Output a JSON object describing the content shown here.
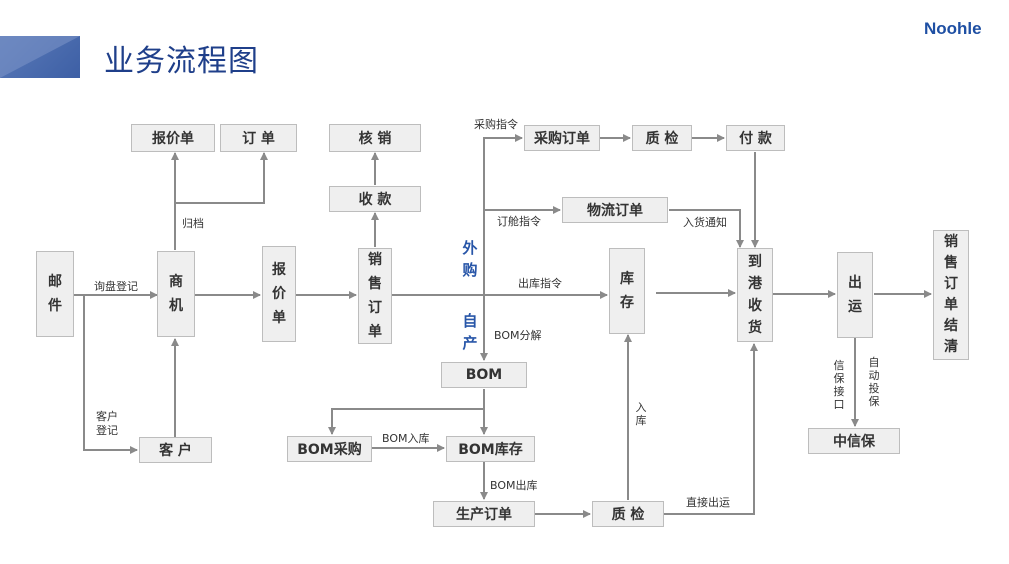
{
  "header": {
    "title": "业务流程图",
    "brand": "Noohle"
  },
  "boxes": {
    "mail": "邮件",
    "opportunity": "商机",
    "quotation": "报价单",
    "order": "订 单",
    "quote_vertical": "报价单",
    "sales_order": "销售订单",
    "collection": "收 款",
    "write_off": "核 销",
    "purchase_order": "采购订单",
    "quality_check_top": "质 检",
    "payment": "付 款",
    "logistics_order": "物流订单",
    "inventory": "库存",
    "arrival_receipt": "到港收货",
    "shipping": "出运",
    "sales_order_settlement": "销售订单结清",
    "bom": "BOM",
    "bom_purchase": "BOM采购",
    "bom_inventory": "BOM库存",
    "production_order": "生产订单",
    "quality_check_bottom": "质 检",
    "customer": "客 户",
    "sinosure": "中信保"
  },
  "labels": {
    "inquiry_registration": "询盘登记",
    "archive": "归档",
    "customer_registration": "客户登记",
    "purchase_instruction": "采购指令",
    "booking_instruction": "订舱指令",
    "receipt_notice": "入货通知",
    "outbound_instruction": "出库指令",
    "bom_breakdown": "BOM分解",
    "bom_inbound": "BOM入库",
    "bom_outbound": "BOM出库",
    "inbound": "入库",
    "direct_shipping": "直接出运",
    "insurance_interface": "信保接口",
    "auto_insure": "自动投保",
    "outsourcing": "外购",
    "self_production": "自产"
  },
  "colors": {
    "title": "#1f3f8a",
    "brand": "#1e4fa3",
    "accent_text": "#2856a8",
    "box_fill": "#efefef",
    "line": "#8a8a8a"
  }
}
